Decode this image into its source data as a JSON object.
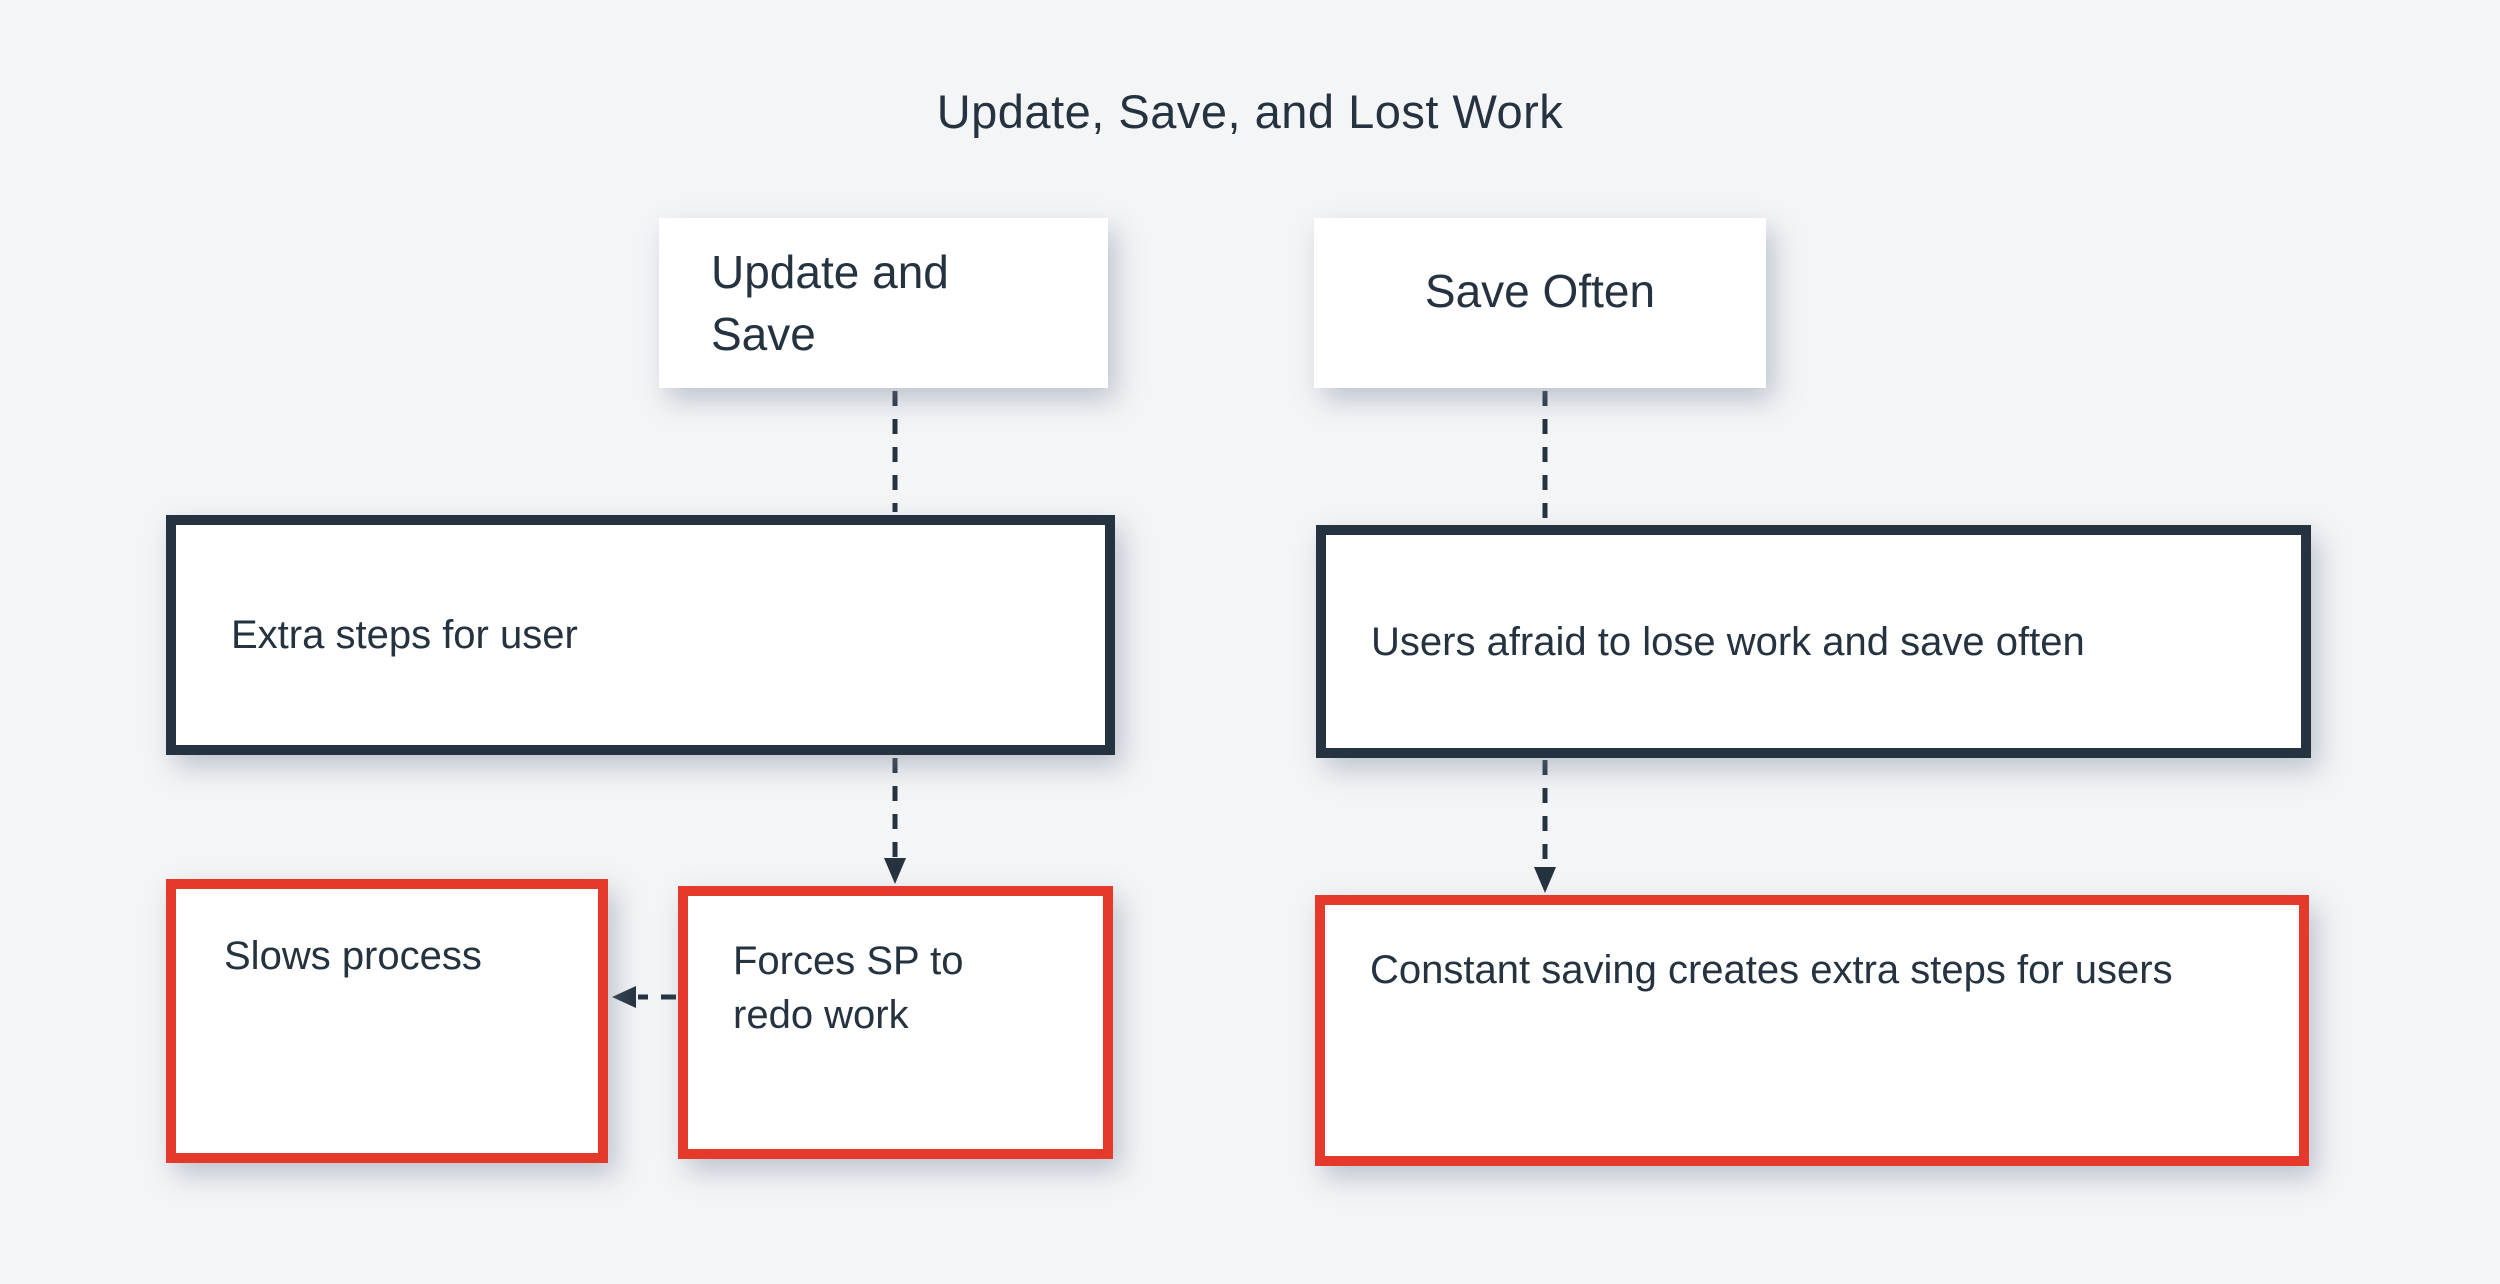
{
  "diagram": {
    "title": "Update, Save, and Lost Work",
    "colors": {
      "background": "#f4f5f7",
      "ink": "#253240",
      "alert_red": "#e53a2b",
      "card": "#ffffff"
    },
    "nodes": [
      {
        "id": "update-and-save",
        "label": "Update and Save",
        "style": "plain-card"
      },
      {
        "id": "save-often",
        "label": "Save Often",
        "style": "plain-card"
      },
      {
        "id": "extra-steps",
        "label": "Extra steps for user",
        "style": "dark-outline"
      },
      {
        "id": "users-afraid",
        "label": "Users afraid to lose work and save often",
        "style": "dark-outline"
      },
      {
        "id": "slows-process",
        "label": "Slows process",
        "style": "red-outline"
      },
      {
        "id": "forces-sp",
        "label": "Forces SP to redo work",
        "style": "red-outline"
      },
      {
        "id": "constant-saving",
        "label": "Constant saving creates extra steps for users",
        "style": "red-outline"
      }
    ],
    "edges": [
      {
        "from": "update-and-save",
        "to": "extra-steps",
        "line": "dashed",
        "arrowhead": false
      },
      {
        "from": "extra-steps",
        "to": "forces-sp",
        "line": "dashed",
        "arrowhead": true
      },
      {
        "from": "forces-sp",
        "to": "slows-process",
        "line": "dashed",
        "arrowhead": true
      },
      {
        "from": "save-often",
        "to": "users-afraid",
        "line": "dashed",
        "arrowhead": false
      },
      {
        "from": "users-afraid",
        "to": "constant-saving",
        "line": "dashed",
        "arrowhead": true
      }
    ]
  }
}
